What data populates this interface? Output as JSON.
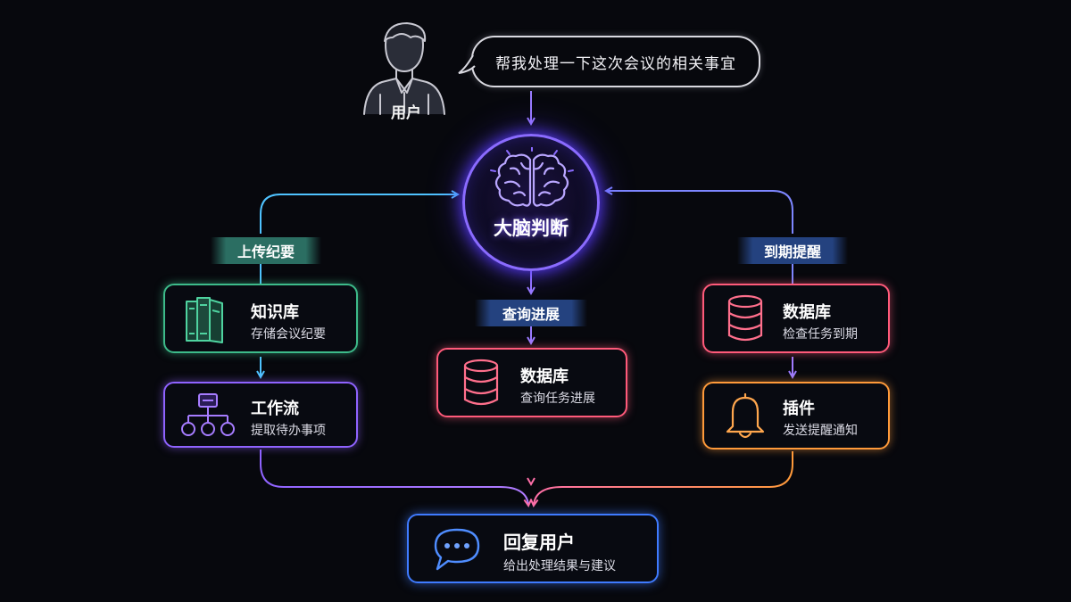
{
  "user": {
    "label": "用户",
    "message": "帮我处理一下这次会议的相关事宜"
  },
  "brain": {
    "label": "大脑判断"
  },
  "branches": {
    "left": {
      "tag": "上传纪要",
      "nodes": [
        {
          "title": "知识库",
          "desc": "存储会议纪要",
          "icon": "books-icon"
        },
        {
          "title": "工作流",
          "desc": "提取待办事项",
          "icon": "workflow-icon"
        }
      ]
    },
    "center": {
      "tag": "查询进展",
      "nodes": [
        {
          "title": "数据库",
          "desc": "查询任务进展",
          "icon": "database-icon"
        }
      ]
    },
    "right": {
      "tag": "到期提醒",
      "nodes": [
        {
          "title": "数据库",
          "desc": "检查任务到期",
          "icon": "database-icon"
        },
        {
          "title": "插件",
          "desc": "发送提醒通知",
          "icon": "bell-icon"
        }
      ]
    }
  },
  "reply": {
    "title": "回复用户",
    "desc": "给出处理结果与建议",
    "icon": "chat-bubble-icon"
  },
  "colors": {
    "background": "#07080d",
    "brain": "#8a6bff",
    "knowledge": "#3dbb8a",
    "workflow": "#8f63ff",
    "database": "#ff5a7a",
    "plugin": "#ff9a3a",
    "reply": "#3f7bff",
    "arrow_left": "#4aa8ff",
    "arrow_right": "#6f7bff"
  }
}
